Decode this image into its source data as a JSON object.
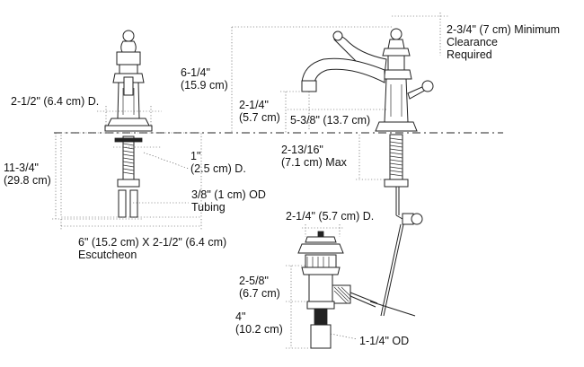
{
  "labels": {
    "clearance": "2-3/4\" (7 cm) Minimum\nClearance\nRequired",
    "spout_height": "6-1/4\"\n(15.9 cm)",
    "base_dia": "2-1/2\" (6.4 cm) D.",
    "spout_rise": "2-1/4\"\n(5.7 cm)",
    "spout_reach": "5-3/8\" (13.7 cm)",
    "deck_max": "2-13/16\"\n(7.1 cm) Max",
    "total_depth": "11-3/4\"\n(29.8 cm)",
    "shank_dia": "1\"\n(2.5 cm) D.",
    "tubing": "3/8\" (1 cm) OD\nTubing",
    "escutcheon": "6\" (15.2 cm) X 2-1/2\" (6.4 cm)\nEscutcheon",
    "drain_dia": "2-1/4\" (5.7 cm) D.",
    "drain_height": "2-5/8\"\n(6.7 cm)",
    "tailpiece": "4\"\n(10.2 cm)",
    "tail_od": "1-1/4\" OD"
  }
}
